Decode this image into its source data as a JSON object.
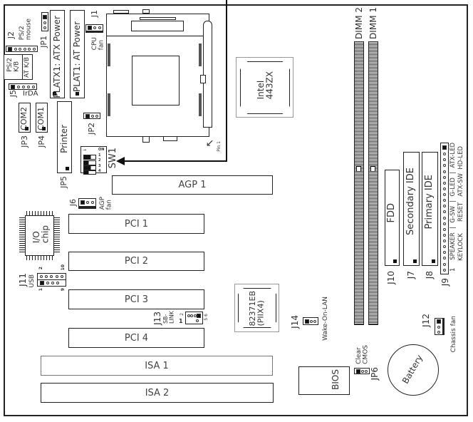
{
  "labels": {
    "jp1": "JP1",
    "j2": "J2",
    "ps2_mouse": "PS/2\nmouse",
    "ps2_kb": "PS/2\nK/B",
    "at_kb": "AT K/B",
    "j5": "J5",
    "irda": "IrDA",
    "jp3": "JP3",
    "com2": "COM2",
    "jp4": "JP4",
    "com1": "COM1",
    "platx1": "PLATX1: ATX Power",
    "plat1": "PLAT1: AT Power",
    "printer": "Printer",
    "jp5": "JP5",
    "j1": "J1",
    "cpu_fan": "CPU\nfan",
    "jp2": "JP2",
    "sw1": "SW1",
    "pin1": "Pin 1",
    "agp1": "AGP 1",
    "j6": "J6",
    "agp_fan": "AGP\nfan",
    "intel": "Intel\n443ZX",
    "dimm2": "DIMM 2",
    "dimm1": "DIMM 1",
    "fdd": "FDD",
    "j10": "J10",
    "secondary_ide": "Secondary IDE",
    "j7": "J7",
    "primary_ide": "Primary IDE",
    "j8": "J8",
    "j9": "J9",
    "j9_top": "1    SPEAKER  |  G-SW  |  G-LED  |  ATX-LED",
    "j9_bottom": "KEYLOCK      RESET   ATX-SW  HD-LED",
    "io_chip": "I/O\nchip",
    "j11": "J11",
    "usb": "USB",
    "usb_pin2": "2",
    "usb_pin10": "10",
    "usb_pin1": "1",
    "usb_pin9": "9",
    "pci1": "PCI 1",
    "pci2": "PCI 2",
    "pci3": "PCI 3",
    "pci4": "PCI 4",
    "j13": "J13",
    "sb_link": "SB-\nLINK",
    "sb_pin1": "1",
    "sb_pin2": "2",
    "sb_pin5": "5",
    "sb_pin6": "6",
    "piix4": "82371EB\n(PIIX4)",
    "j14": "J14",
    "wol": "Wake-On-LAN",
    "isa1": "ISA 1",
    "isa2": "ISA 2",
    "bios": "BIOS",
    "clear_cmos": "Clear\nCMOS",
    "jp6": "JP6",
    "battery": "Battery",
    "j12": "J12",
    "chassis_fan": "Chassis fan",
    "sw1_on": "ON",
    "sw1_1": "1",
    "sw1_2": "2",
    "sw1_3": "3",
    "sw1_4": "4"
  }
}
